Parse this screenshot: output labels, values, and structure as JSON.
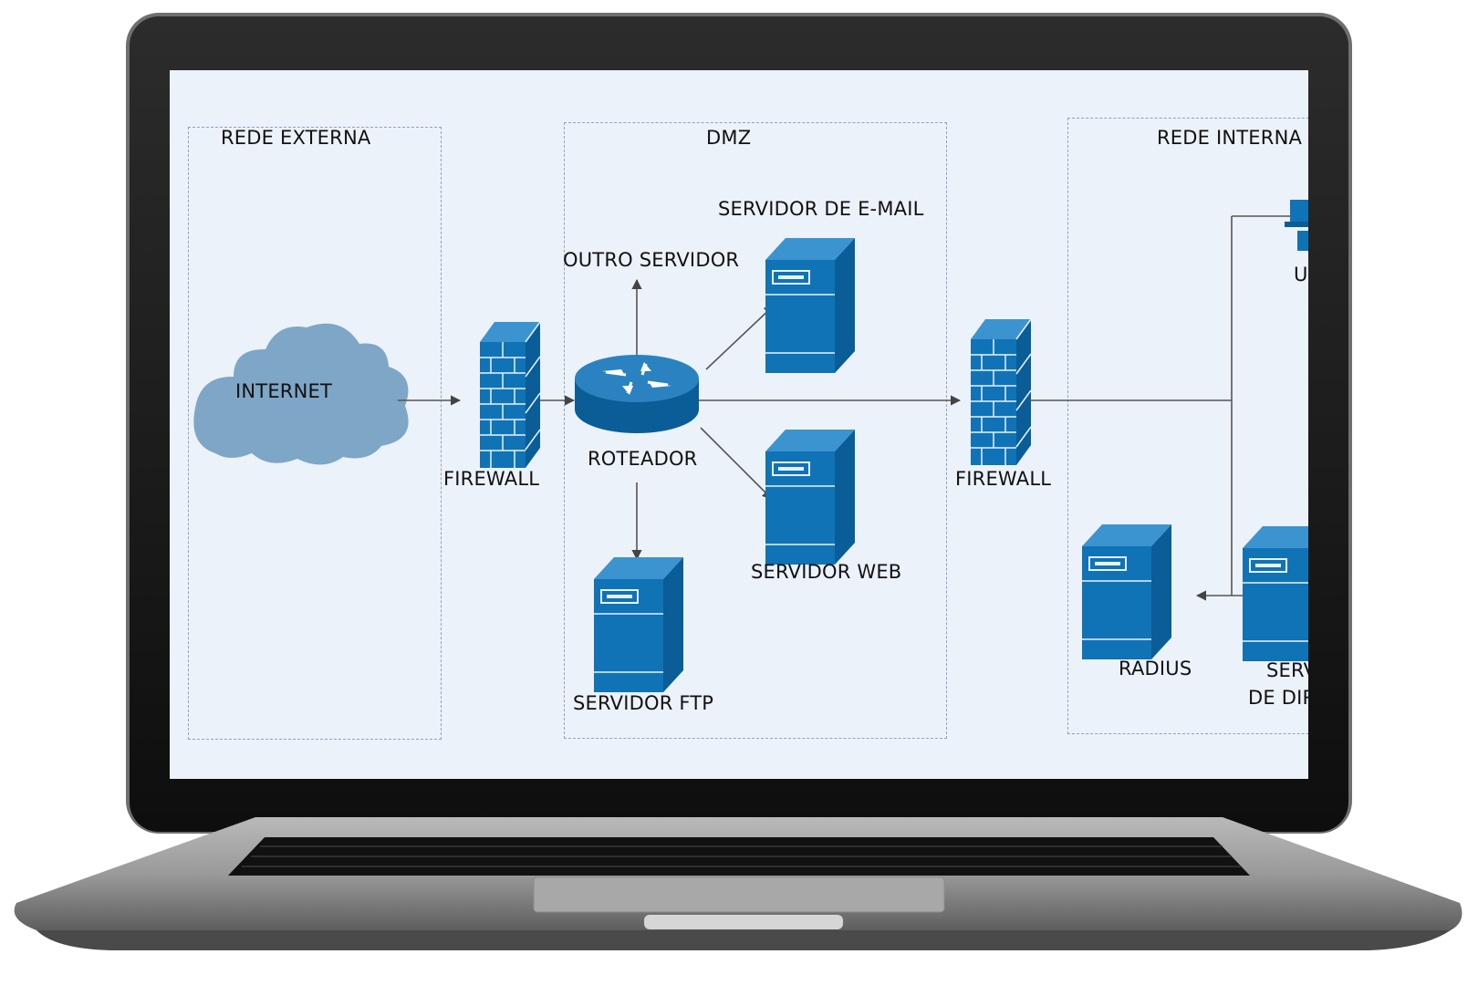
{
  "zones": {
    "external": "REDE EXTERNA",
    "dmz": "DMZ",
    "internal": "REDE INTERNA"
  },
  "nodes": {
    "internet": "INTERNET",
    "firewall_outer": "FIREWALL",
    "router": "ROTEADOR",
    "other_server": "OUTRO SERVIDOR",
    "mail_server": "SERVIDOR DE E-MAIL",
    "web_server": "SERVIDOR WEB",
    "ftp_server": "SERVIDOR FTP",
    "firewall_inner": "FIREWALL",
    "user_partial": "U",
    "radius": "RADIUS",
    "directory_line1": "SERV",
    "directory_line2": "DE DIR"
  },
  "colors": {
    "server_blue": "#0f73b6",
    "cloud_blue": "#7ea6c7",
    "screen_bg": "#ecf2f9",
    "zone_border": "#8fa3bb"
  }
}
